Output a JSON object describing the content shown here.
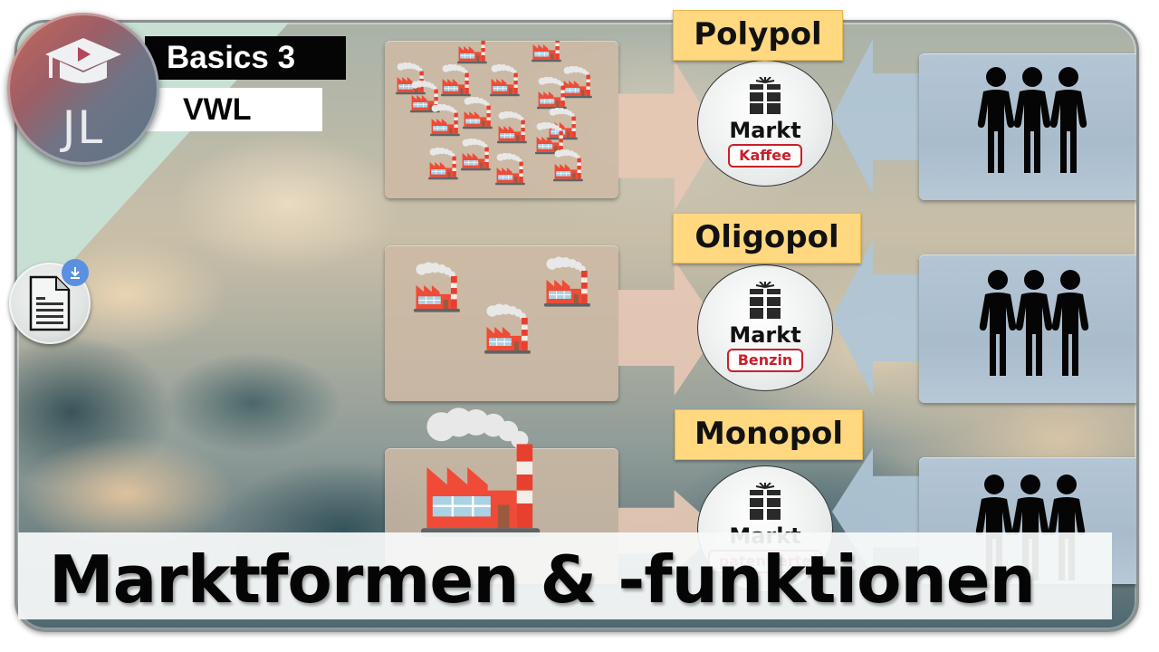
{
  "branding": {
    "logo_initials": "JL",
    "logo_icon": "graduation-cap-play-icon",
    "series_label": "Basics 3",
    "subject_label": "VWL"
  },
  "download": {
    "icon": "document-icon",
    "badge_icon": "download-arrow-icon",
    "badge_color": "#5b8fe0"
  },
  "rows": [
    {
      "market_form": "Polypol",
      "market_word": "Markt",
      "product": "Kaffee",
      "producer_count": 21,
      "consumer_icon": "people-group-icon"
    },
    {
      "market_form": "Oligopol",
      "market_word": "Markt",
      "product": "Benzin",
      "producer_count": 3,
      "consumer_icon": "people-group-icon"
    },
    {
      "market_form": "Monopol",
      "market_word": "Markt",
      "product": "patentierte",
      "producer_count": 1,
      "consumer_icon": "people-group-icon"
    }
  ],
  "title": "Marktformen & -funktionen",
  "colors": {
    "label_yellow": "#ffd880",
    "badge_red": "#c8202b",
    "factory_red": "#ef4b36",
    "producer_panel": "#cebaa4",
    "consumer_panel": "#b4c6d6",
    "mint": "#c8e0d4"
  }
}
